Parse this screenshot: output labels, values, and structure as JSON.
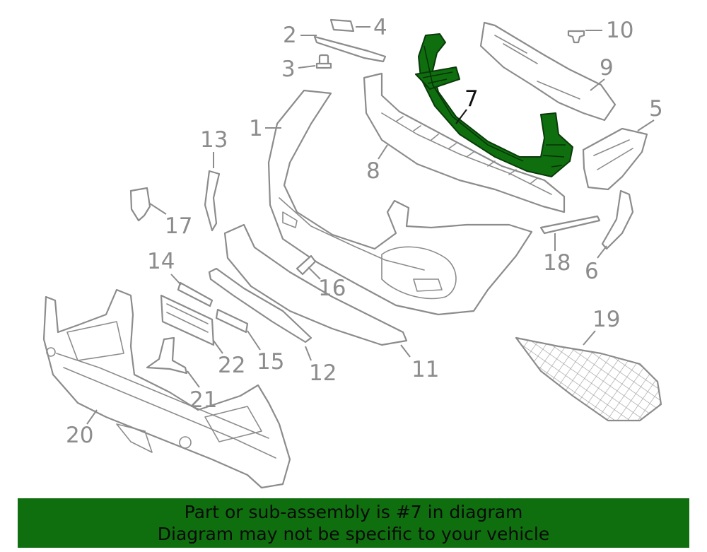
{
  "colors": {
    "highlight": "#0f6f0f",
    "outline": "#8c8c8c",
    "banner": "#0f6f0f",
    "banner_text": "#0a0a0a"
  },
  "callouts": {
    "c1": "1",
    "c2": "2",
    "c3": "3",
    "c4": "4",
    "c5": "5",
    "c6": "6",
    "c7": "7",
    "c8": "8",
    "c9": "9",
    "c10": "10",
    "c11": "11",
    "c12": "12",
    "c13": "13",
    "c14": "14",
    "c15": "15",
    "c16": "16",
    "c17": "17",
    "c18": "18",
    "c19": "19",
    "c20": "20",
    "c21": "21",
    "c22": "22"
  },
  "highlighted_part": "7",
  "banner": {
    "line1": "Part or sub-assembly is #7 in diagram",
    "line2": "Diagram may not be specific to your vehicle"
  }
}
